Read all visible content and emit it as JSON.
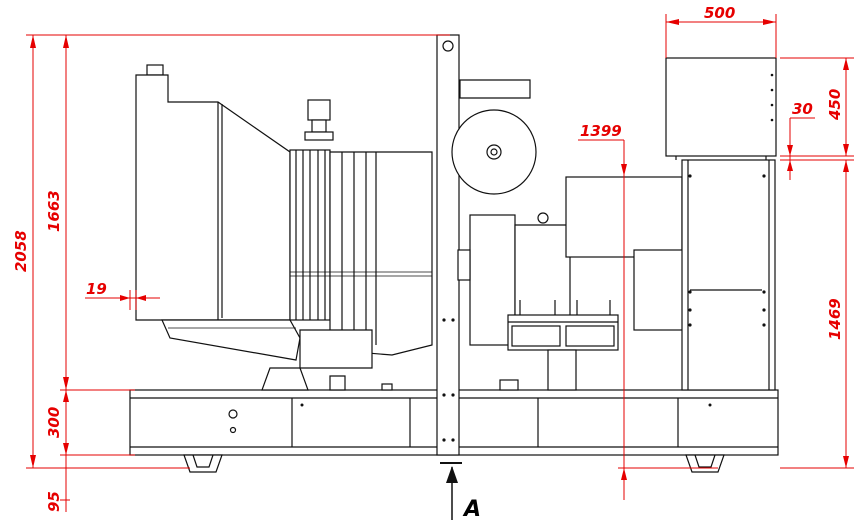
{
  "dimensions": {
    "overall_height": "2058",
    "height_to_top": "1663",
    "frame_height": "300",
    "foot_height": "95",
    "left_offset": "19",
    "hood_width": "500",
    "hood_height": "450",
    "hood_offset": "30",
    "center_height": "1399",
    "right_height": "1469"
  },
  "section_label": "A"
}
